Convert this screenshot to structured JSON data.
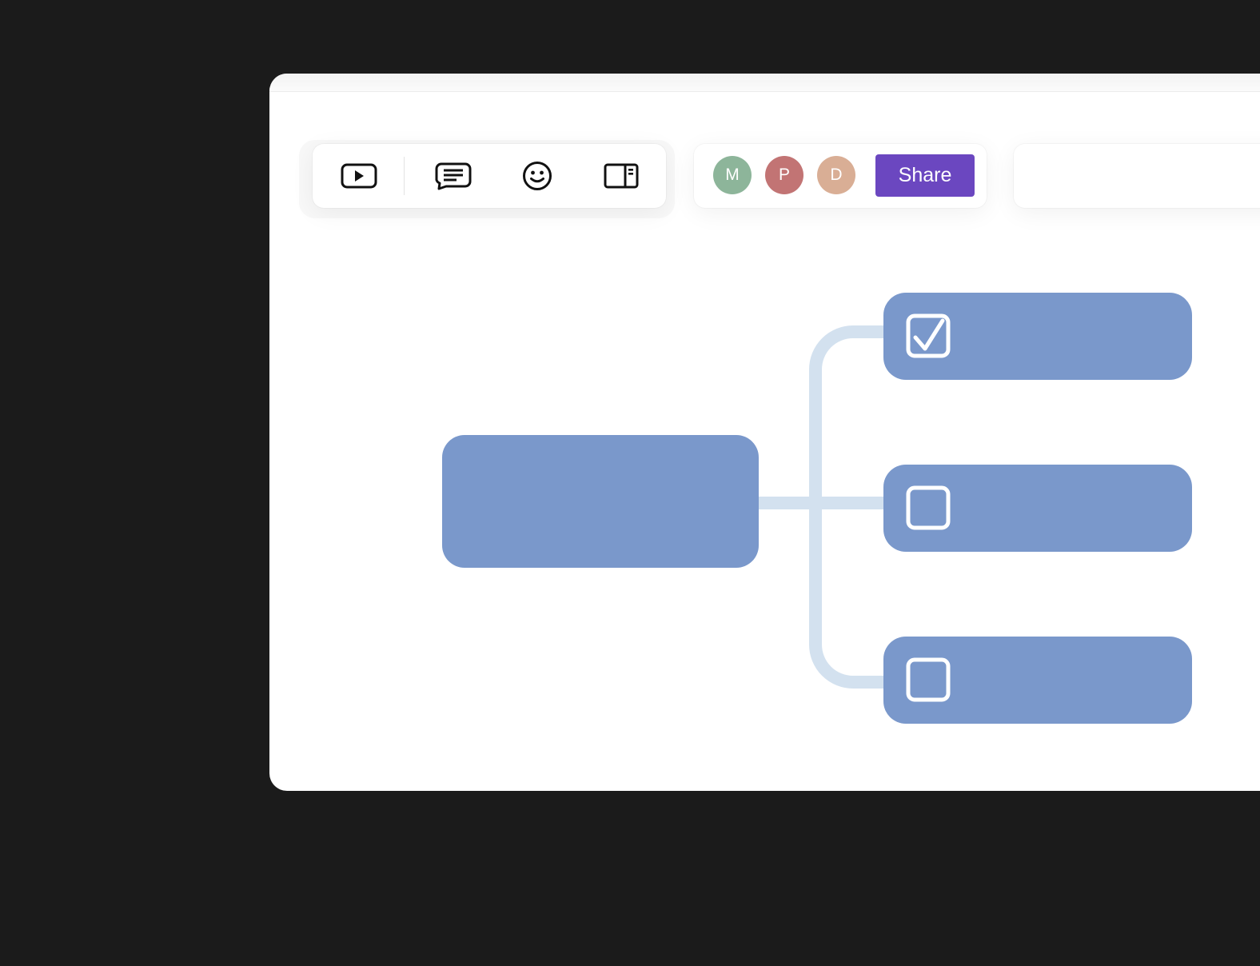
{
  "colors": {
    "background": "#1b1b1b",
    "node": "#7a98cb",
    "connector": "#d3e1ef",
    "share_button": "#6b47c0",
    "checkbox_stroke": "#ffffff"
  },
  "toolbar": {
    "tools": [
      {
        "name": "present",
        "icon": "play-icon"
      },
      {
        "name": "notes",
        "icon": "notes-icon"
      },
      {
        "name": "reactions",
        "icon": "emoji-icon"
      },
      {
        "name": "side-panel",
        "icon": "side-panel-icon"
      }
    ]
  },
  "collaborators": {
    "avatars": [
      {
        "initial": "M",
        "color": "#8db59a"
      },
      {
        "initial": "P",
        "color": "#c27474"
      },
      {
        "initial": "D",
        "color": "#d9ae95"
      }
    ],
    "share_label": "Share"
  },
  "mindmap": {
    "root": {
      "label": ""
    },
    "children": [
      {
        "label": "",
        "checked": true
      },
      {
        "label": "",
        "checked": false
      },
      {
        "label": "",
        "checked": false
      }
    ]
  }
}
